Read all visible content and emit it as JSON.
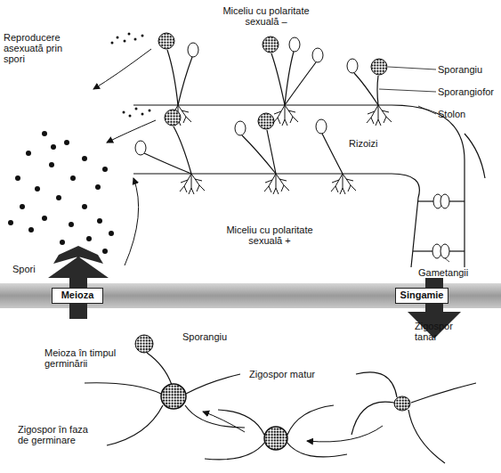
{
  "diagram": {
    "nodes": [
      {
        "text": [
          "Meioza"
        ]
      },
      {
        "text": [
          "Singamie"
        ]
      }
    ],
    "labels": [
      "Reproducere asexuată prin spori",
      "Miceliu cu polaritate sexuală –",
      "Sporangiu",
      "Sporangiofor",
      "Stolon",
      "Rizoizi",
      "Miceliu cu polaritate sexuală +",
      "Spori",
      "Gametangii",
      "Zigospor tanar",
      "Sporangiu",
      "Meioza în timpul germinării",
      "Zigospor matur",
      "Zigospor în faza de germinare"
    ]
  }
}
